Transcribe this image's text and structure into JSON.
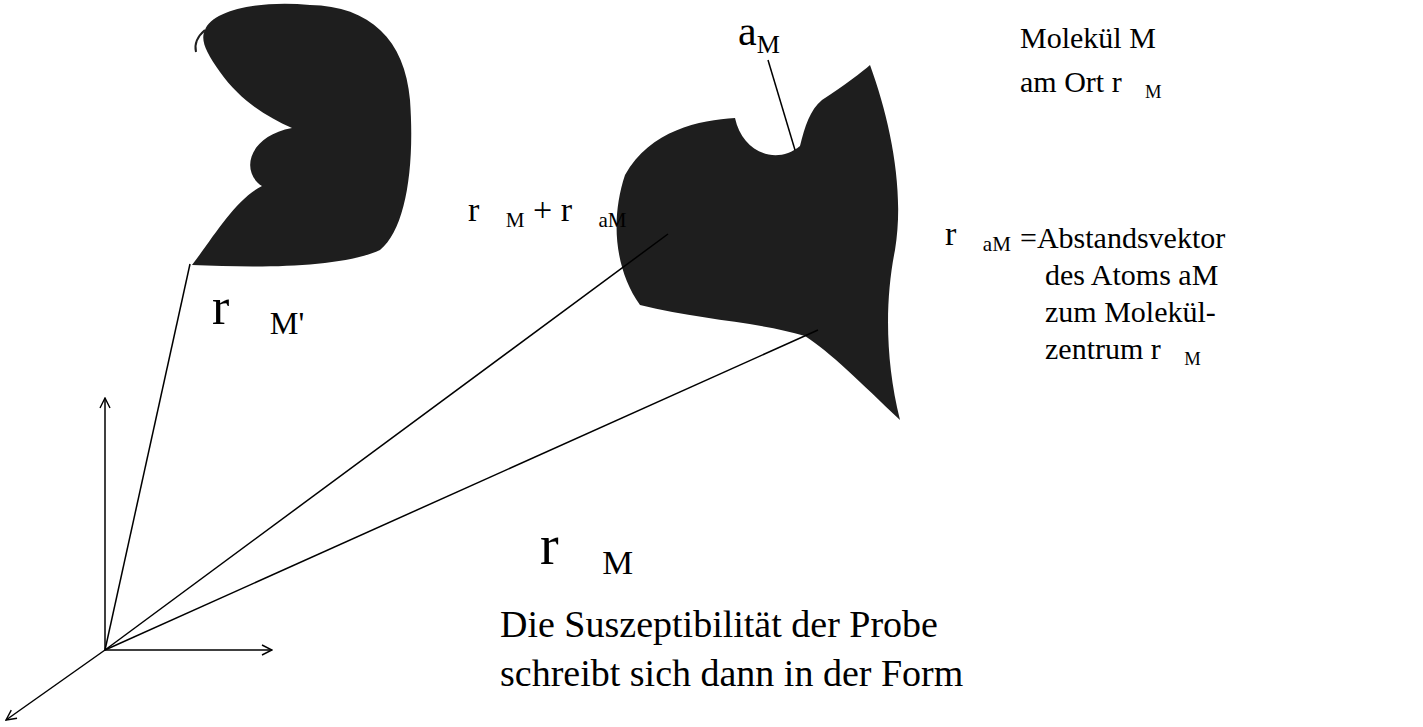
{
  "diagram": {
    "labels": [
      "aM",
      "Molekül M am Ort r⃗M",
      "r⃗aM",
      "=Abstandsvektor des Atoms aM zum Molekül- zentrum r⃗M",
      "r⃗M + r⃗aM",
      "r⃗M'",
      "r⃗M",
      "Die Suszeptibilität der Probe schreibt sich dann in der Form"
    ]
  }
}
